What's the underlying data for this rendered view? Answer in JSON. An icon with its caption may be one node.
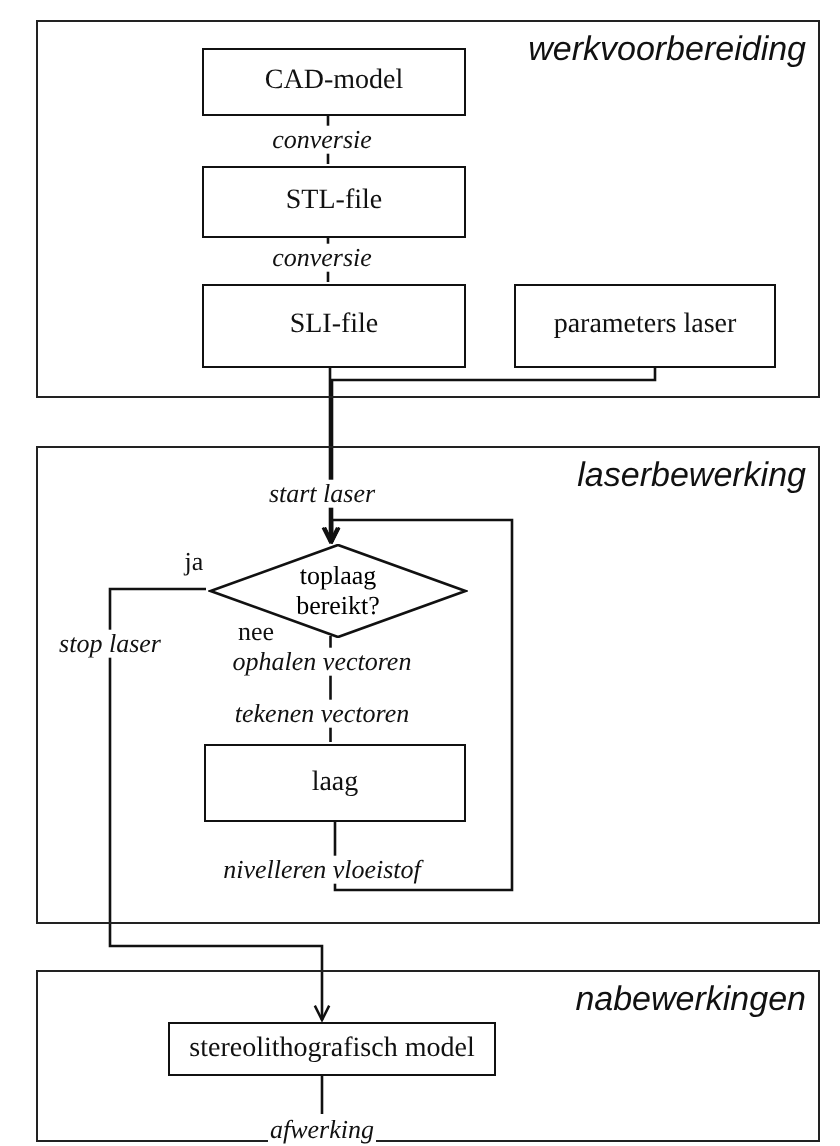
{
  "diagram": {
    "nodes": [
      {
        "text": [
          "werkvoorbereiding"
        ]
      },
      {
        "text": [
          "CAD-model"
        ],
        "in": 0
      },
      {
        "text": [
          "STL-file"
        ],
        "in": 0
      },
      {
        "text": [
          "SLI-file"
        ],
        "in": 0
      },
      {
        "text": [
          "parameters laser"
        ],
        "in": 0
      },
      {
        "text": [
          "laserbewerking"
        ]
      },
      {
        "text": [
          "toplaag bereikt?"
        ],
        "in": 5
      },
      {
        "text": [
          "laag"
        ],
        "in": 5
      },
      {
        "text": [
          "nabewerkingen"
        ]
      },
      {
        "text": [
          "stereolithografisch model"
        ],
        "in": 8
      }
    ],
    "edges": [
      {
        "from": 1,
        "to": 2,
        "arrow": "none",
        "label": "conversie"
      },
      {
        "from": 2,
        "to": 3,
        "arrow": "none",
        "label": "conversie"
      },
      {
        "from": 4,
        "to": 6,
        "arrow": "to"
      },
      {
        "from": 3,
        "to": 6,
        "arrow": "to",
        "label": "start laser"
      },
      {
        "from": 6,
        "to": 9,
        "arrow": "to",
        "label": "stop laser"
      },
      {
        "from": 6,
        "to": 7,
        "arrow": "none",
        "label": "tekenen vectoren"
      },
      {
        "from": 7,
        "to": 6,
        "arrow": "to",
        "label": "nivelleren vloeistof"
      },
      {
        "from": 9,
        "to": null,
        "arrow": "none",
        "label": "afwerking"
      }
    ],
    "labels": [
      "ja",
      "nee",
      "ophalen vectoren"
    ]
  }
}
